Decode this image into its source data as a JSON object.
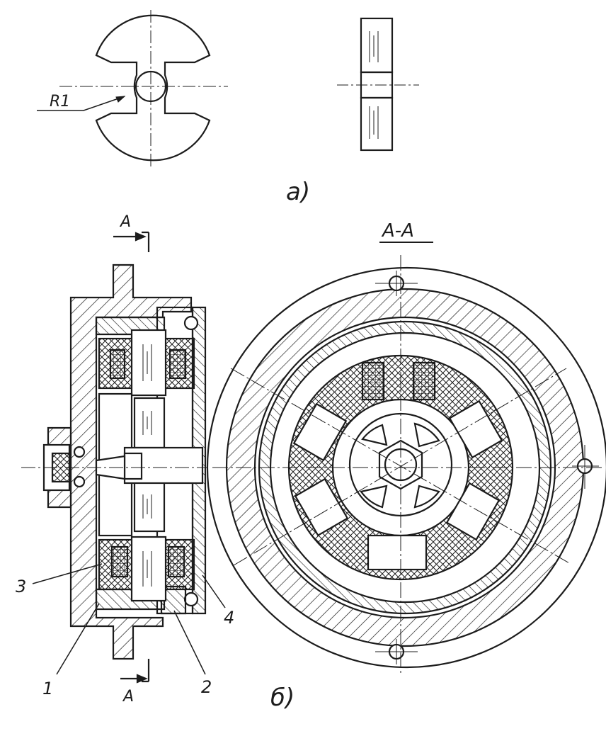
{
  "figure": {
    "part_a": {
      "caption": "а)",
      "radius_label": "R1"
    },
    "part_b": {
      "caption": "б)",
      "section_letter_top": "A",
      "section_letter_bottom": "A",
      "section_title": "A-A",
      "callouts": [
        "1",
        "2",
        "3",
        "4"
      ]
    }
  },
  "colors": {
    "ink": "#1c1c1c",
    "paper": "#ffffff"
  }
}
